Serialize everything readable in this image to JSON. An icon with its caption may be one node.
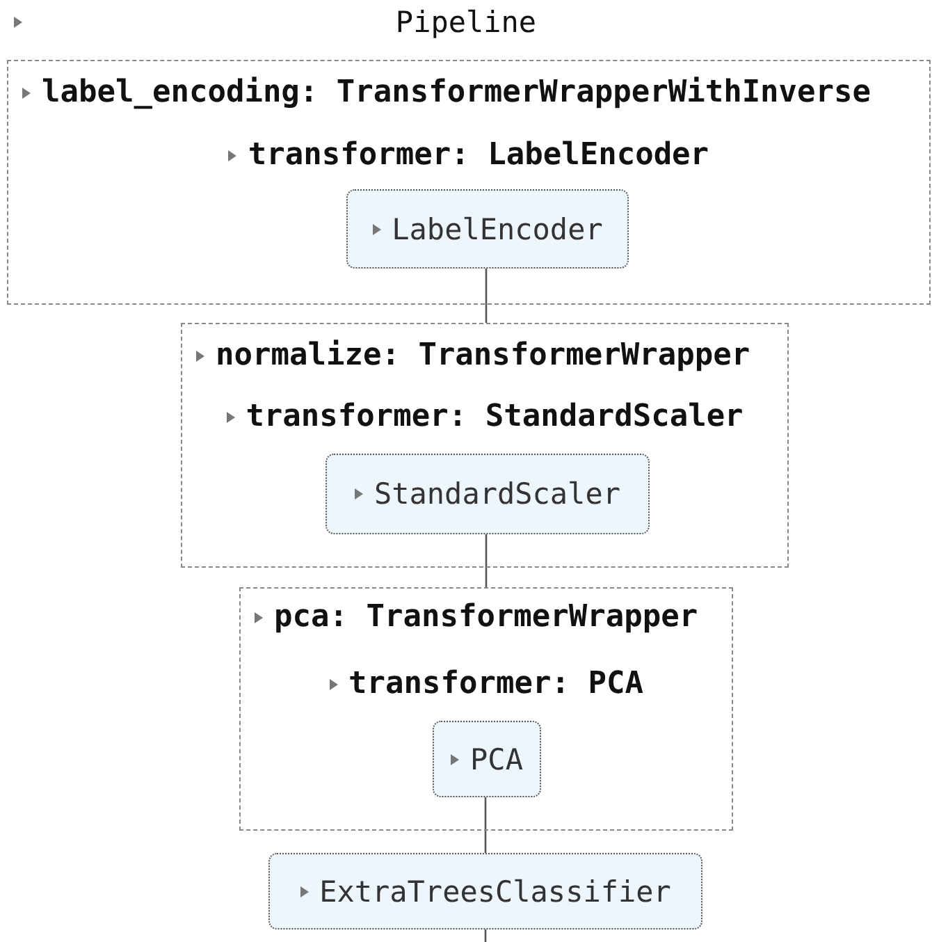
{
  "diagram": {
    "title": "Pipeline",
    "nodes": [
      {
        "text": [
          "label_encoding: TransformerWrapperWithInverse",
          "transformer: LabelEncoder"
        ]
      },
      {
        "text": [
          "LabelEncoder"
        ],
        "in": 0
      },
      {
        "text": [
          "normalize: TransformerWrapper",
          "transformer: StandardScaler"
        ]
      },
      {
        "text": [
          "StandardScaler"
        ],
        "in": 2
      },
      {
        "text": [
          "pca: TransformerWrapper",
          "transformer: PCA"
        ]
      },
      {
        "text": [
          "PCA"
        ],
        "in": 4
      },
      {
        "text": [
          "ExtraTreesClassifier"
        ]
      }
    ],
    "edges": [
      {
        "from": 1,
        "to": 2,
        "arrow": "none"
      },
      {
        "from": 3,
        "to": 4,
        "arrow": "none"
      },
      {
        "from": 5,
        "to": 6,
        "arrow": "none"
      },
      {
        "from": 6,
        "to": null,
        "arrow": "none"
      }
    ]
  }
}
